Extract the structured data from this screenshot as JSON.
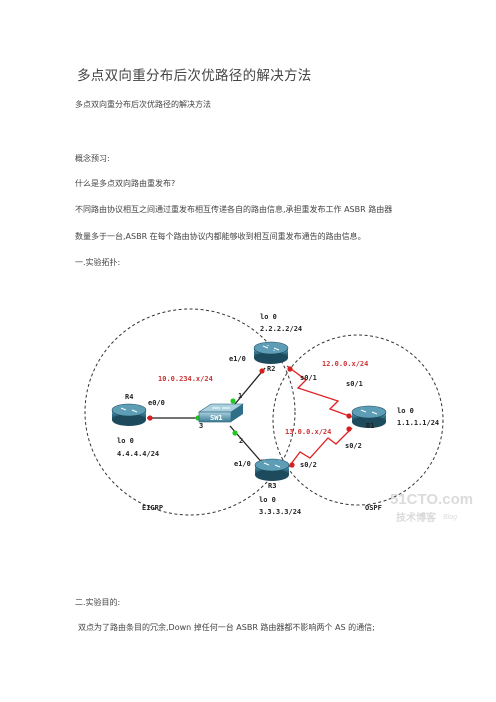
{
  "doc": {
    "title": "多点双向重分布后次优路径的解决方法",
    "subtitle": "多点双向重分布后次优路径的解决方法",
    "concept": "概念预习:",
    "question": "什么是多点双向路由重发布?",
    "answer_line1": "不同路由协议相互之间通过重发布相互传递各自的路由信息,承担重发布工作 ASBR 路由器",
    "answer_line2": "数量多于一台,ASBR 在每个路由协议内都能够收到相互间重发布通告的路由信息。",
    "topology_heading": "一.实验拓扑:",
    "goal_heading": "二.实验目的:",
    "goal_text": "双点为了路由条目的冗余,Down 掉任何一台 ASBR 路由器都不影响两个 AS 的通信;"
  },
  "topology": {
    "routers": {
      "r2": {
        "name": "R2",
        "loopback_if": "lo 0",
        "loopback_ip": "2.2.2.2/24"
      },
      "r3": {
        "name": "R3",
        "loopback_if": "lo 0",
        "loopback_ip": "3.3.3.3/24"
      },
      "r1": {
        "name": "R1",
        "loopback_if": "lo 0",
        "loopback_ip": "1.1.1.1/24"
      },
      "r4": {
        "name": "R4",
        "loopback_if": "lo 0",
        "loopback_ip": "4.4.4.4/24"
      }
    },
    "switch": {
      "name": "SW1"
    },
    "interfaces": {
      "r2_e": "e1/0",
      "r2_s": "s0/1",
      "r3_e": "e1/0",
      "r3_s": "s0/2",
      "r1_s1": "s0/1",
      "r1_s2": "s0/2",
      "r4_e": "e0/0"
    },
    "switch_ports": {
      "p1": "1",
      "p2": "2",
      "p3": "3"
    },
    "subnets": {
      "ethernet": "10.0.234.x/24",
      "r1_r2": "12.0.0.x/24",
      "r1_r3": "13.0.0.x/24"
    },
    "domains": {
      "left": "EIGRP",
      "right": "OSPF"
    },
    "colors": {
      "subnet_label": "#cc3333",
      "serial_link": "#e02020",
      "link_dot_red": "#d42020",
      "link_dot_green": "#22c822",
      "router_body": "#2f6f88"
    }
  },
  "watermark": {
    "site": "51CTO.com",
    "blog_cn": "技术博客",
    "blog_en": "Blog"
  }
}
